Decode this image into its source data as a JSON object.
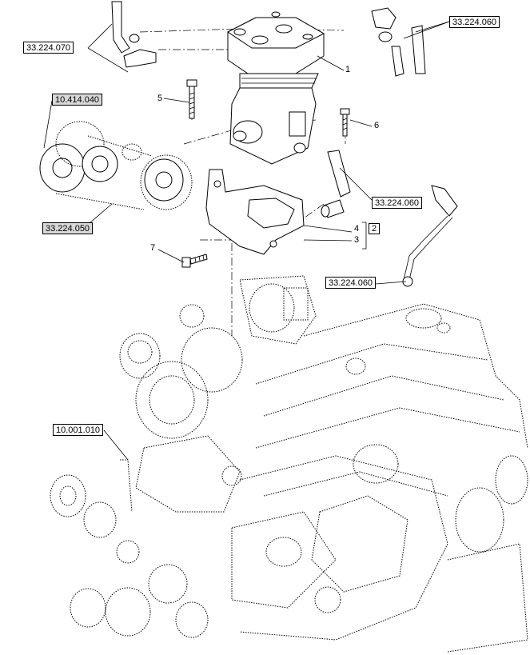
{
  "references": {
    "r_33224070": "33.224.070",
    "r_33224060_top": "33.224.060",
    "r_10414040": "10.414.040",
    "r_33224050": "33.224.050",
    "r_33224060_mid": "33.224.060",
    "r_33224060_low": "33.224.060",
    "r_10001010": "10.001.010"
  },
  "callouts": {
    "c1": "1",
    "c2": "2",
    "c3": "3",
    "c4": "4",
    "c5": "5",
    "c6": "6",
    "c7": "7"
  }
}
